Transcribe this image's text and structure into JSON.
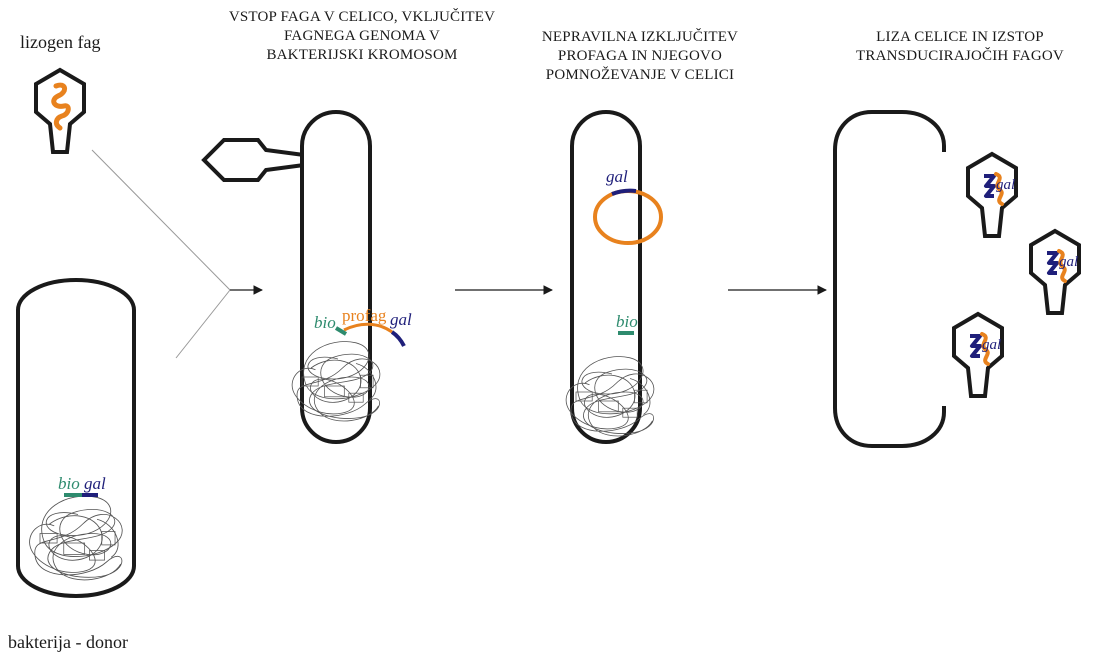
{
  "labels": {
    "phage": "lizogen fag",
    "donor": "bakterija - donor",
    "bio": "bio",
    "gal": "gal",
    "profag": "profag"
  },
  "steps": [
    {
      "id": "step1",
      "caption_lines": [
        "VSTOP FAGA V CELICO, VKLJUČITEV",
        "FAGNEGA GENOMA V",
        "BAKTERIJSKI KROMOSOM"
      ]
    },
    {
      "id": "step2",
      "caption_lines": [
        "NEPRAVILNA IZKLJUČITEV",
        "PROFAGA IN NJEGOVO",
        "POMNOŽEVANJE V CELICI"
      ]
    },
    {
      "id": "step3",
      "caption_lines": [
        "LIZA CELICE IN IZSTOP",
        "TRANSDUCIRAJOČIH FAGOV"
      ]
    }
  ],
  "colors": {
    "outline": "#1a1a1a",
    "phage_dna": "#e8821e",
    "bio_gene": "#2e8b6e",
    "gal_gene": "#1f1f7a",
    "profag_text": "#e8821e",
    "chromosome": "#555555"
  }
}
